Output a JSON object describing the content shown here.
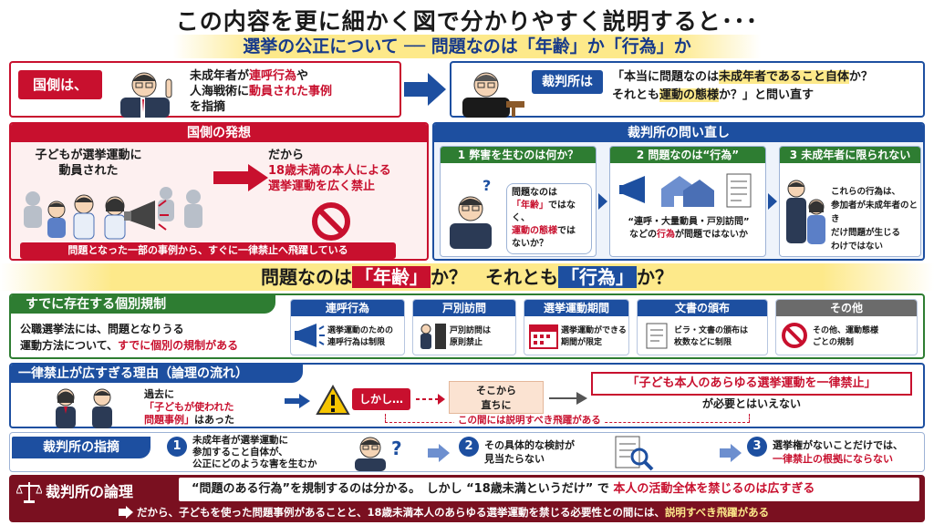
{
  "header": {
    "title": "この内容を更に細かく図で分かりやすく説明すると･･･",
    "subtitle": "選挙の公正について ── 問題なのは「年齢」か「行為」か"
  },
  "country": {
    "label": "国側は、",
    "line1a": "未成年者が",
    "line1b": "連呼行為",
    "line1c": "や",
    "line2a": "人海戦術に",
    "line2b": "動員された事例",
    "line3": "を指摘"
  },
  "court_top": {
    "label": "裁判所は",
    "q1a": "「本当に問題なのは",
    "q1b": "未成年者であること自体",
    "q1c": "か？",
    "q2a": "それとも",
    "q2b": "運動の態様",
    "q2c": "か？」と問い直す"
  },
  "idea": {
    "head": "国側の発想",
    "kids1": "子どもが選挙運動に",
    "kids2": "動員された",
    "so": "だから",
    "ban1": "18歳未満の本人による",
    "ban2": "選挙運動を広く禁止",
    "foot": "問題となった一部の事例から、すぐに一律禁止へ飛躍している"
  },
  "requestion": {
    "head": "裁判所の問い直し",
    "c1": {
      "num": "1",
      "title": "弊害を生むのは何か？",
      "t1": "問題なのは",
      "t2a": "「年齢」",
      "t2b": "ではなく、",
      "t3a": "運動の態様",
      "t3b": "では",
      "t4": "ないか？"
    },
    "c2": {
      "num": "2",
      "title": "問題なのは“行為”",
      "t1": "“連呼・大量動員・戸別訪問”",
      "t2a": "などの",
      "t2b": "行為",
      "t2c": "が問題ではないか"
    },
    "c3": {
      "num": "3",
      "title": "未成年者に限られない",
      "t1": "これらの行為は、",
      "t2": "参加者が未成年者のとき",
      "t3": "だけ問題が生じる",
      "t4": "わけではない"
    }
  },
  "question": {
    "a": "問題なのは",
    "b": "「年齢」",
    "c": "か？　それとも",
    "d": "「行為」",
    "e": "か？"
  },
  "rules": {
    "head": "すでに存在する個別規制",
    "d1": "公職選挙法には、問題となりうる",
    "d2a": "運動方法について、",
    "d2b": "すでに個別の規制がある",
    "items": [
      {
        "label": "連呼行為",
        "t1": "選挙運動のための",
        "t2": "連呼行為は制限"
      },
      {
        "label": "戸別訪問",
        "t1": "戸別訪問は",
        "t2": "原則禁止"
      },
      {
        "label": "選挙運動期間",
        "t1": "選挙運動ができる",
        "t2": "期間が限定"
      },
      {
        "label": "文書の頒布",
        "t1": "ビラ・文書の頒布は",
        "t2": "枚数などに制限"
      },
      {
        "label": "その他",
        "t1": "その他、運動態様",
        "t2": "ごとの規制"
      }
    ]
  },
  "logic": {
    "head": "一律禁止が広すぎる理由（論理の流れ）",
    "p1": "過去に",
    "p2a": "「子どもが使われた",
    "p3a": "問題事例」",
    "p3b": "はあった",
    "but": "しかし…",
    "then1": "そこから",
    "then2": "直ちに",
    "concl1": "「子ども本人のあらゆる選挙運動を一律禁止」",
    "concl2": "が必要とはいえない",
    "gap": "この間には説明すべき飛躍がある"
  },
  "point": {
    "head": "裁判所の指摘",
    "s1": {
      "num": "1",
      "t1": "未成年者が選挙運動に",
      "t2": "参加すること自体が、",
      "t3": "公正にどのような害を生むか"
    },
    "s2": {
      "num": "2",
      "t1": "その具体的な検討が",
      "t2": "見当たらない"
    },
    "s3": {
      "num": "3",
      "t1": "選挙権がないことだけでは、",
      "t2": "一律禁止の根拠にならない"
    }
  },
  "reason": {
    "head": "裁判所の論理",
    "q1": "“問題のある行為”を規制するのは分かる。",
    "q2a": "しかし “18歳未満というだけ” で",
    "q2b": "本人の活動全体を禁じるのは広すぎる",
    "foot1": "だから、子どもを使った問題事例があることと、18歳未満本人のあらゆる選挙運動を禁じる必要性との間には、",
    "foot2": "説明すべき飛躍がある"
  },
  "colors": {
    "red": "#c8102e",
    "blue": "#1d4fa0",
    "green": "#2e7d32",
    "yellow": "#fde98a"
  }
}
